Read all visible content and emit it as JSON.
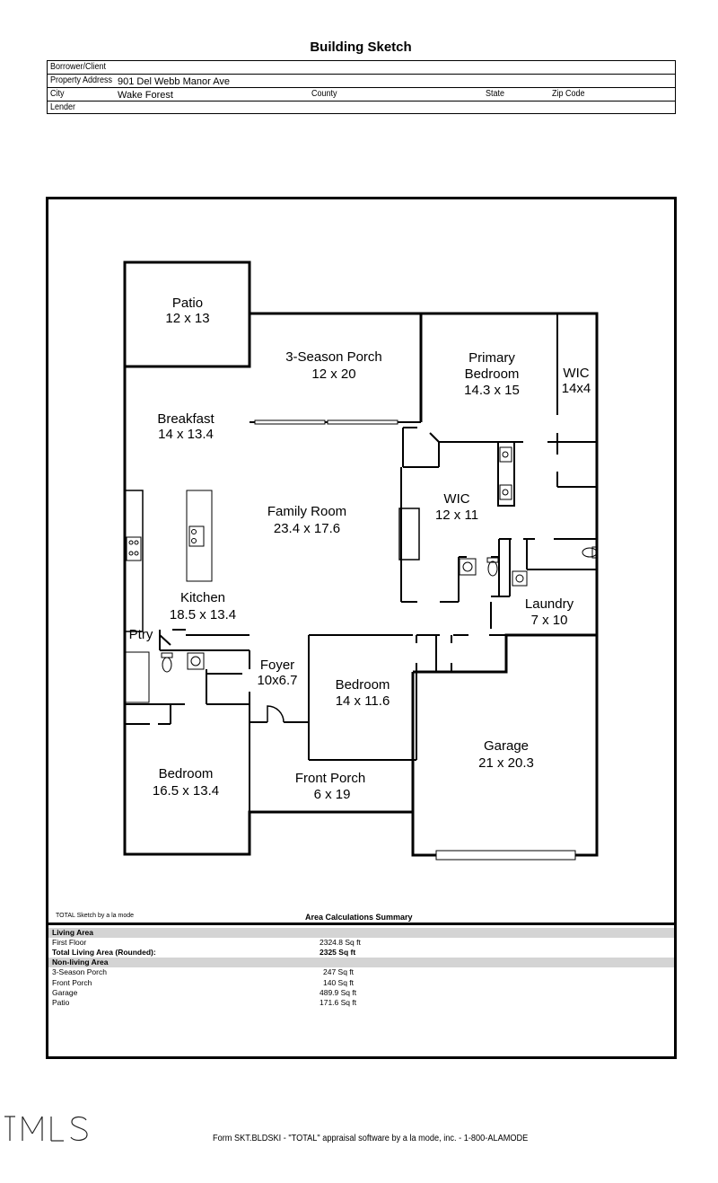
{
  "header": {
    "title": "Building Sketch",
    "fields": {
      "borrower_label": "Borrower/Client",
      "borrower_value": "",
      "address_label": "Property Address",
      "address_value": "901 Del Webb Manor Ave",
      "city_label": "City",
      "city_value": "Wake Forest",
      "county_label": "County",
      "state_label": "State",
      "zip_label": "Zip Code",
      "lender_label": "Lender"
    }
  },
  "rooms": [
    {
      "name": "Patio",
      "dims": "12 x 13"
    },
    {
      "name": "3-Season Porch",
      "dims": "12 x 20"
    },
    {
      "name": "Primary",
      "name2": "Bedroom",
      "dims": "14.3 x 15"
    },
    {
      "name": "WIC",
      "dims": "14x4"
    },
    {
      "name": "Breakfast",
      "dims": "14 x 13.4"
    },
    {
      "name": "Family Room",
      "dims": "23.4 x 17.6"
    },
    {
      "name": "WIC",
      "dims": "12 x 11"
    },
    {
      "name": "Kitchen",
      "dims": "18.5 x 13.4"
    },
    {
      "name": "Laundry",
      "dims": "7 x 10"
    },
    {
      "name": "Ptry"
    },
    {
      "name": "Foyer",
      "dims": "10x6.7"
    },
    {
      "name": "Bedroom",
      "dims": "14 x 11.6"
    },
    {
      "name": "Garage",
      "dims": "21 x 20.3"
    },
    {
      "name": "Bedroom",
      "dims": "16.5 x 13.4"
    },
    {
      "name": "Front Porch",
      "dims": "6 x 19"
    }
  ],
  "summary": {
    "credit": "TOTAL Sketch by a la mode",
    "title": "Area Calculations Summary",
    "living_label": "Living Area",
    "first_floor_label": "First Floor",
    "first_floor_value": "2324.8 Sq ft",
    "total_label": "Total Living Area (Rounded):",
    "total_value": "2325 Sq ft",
    "nonliving_label": "Non-living Area",
    "nonliving": [
      {
        "label": "3-Season Porch",
        "value": "247 Sq ft"
      },
      {
        "label": "Front Porch",
        "value": "140 Sq ft"
      },
      {
        "label": "Garage",
        "value": "489.9 Sq ft"
      },
      {
        "label": "Patio",
        "value": "171.6 Sq ft"
      }
    ]
  },
  "footer": "Form SKT.BLDSKI - \"TOTAL\" appraisal software by a la mode, inc. - 1-800-ALAMODE",
  "watermark": "TMLS"
}
